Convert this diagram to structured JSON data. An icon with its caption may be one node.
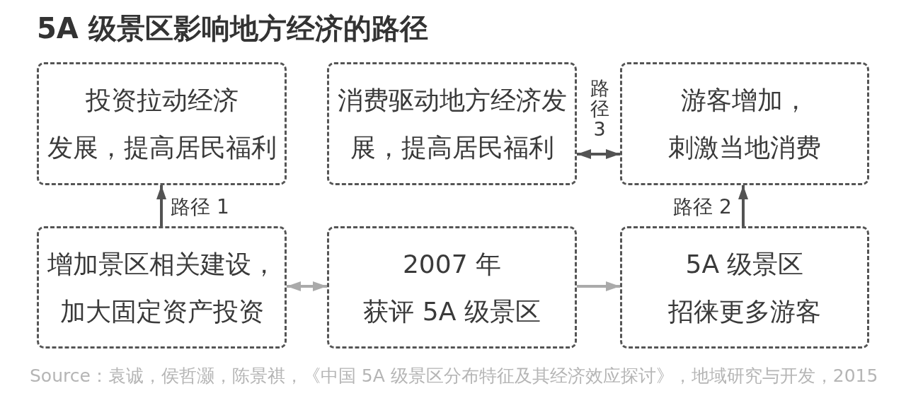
{
  "diagram": {
    "title": "5A 级景区影响地方经济的路径",
    "nodes": [
      {
        "text": [
          "投资拉动经济发展，提高居民福利"
        ]
      },
      {
        "text": [
          "消费驱动地方经济发展，提高居民福利"
        ]
      },
      {
        "text": [
          "游客增加，刺激当地消费"
        ]
      },
      {
        "text": [
          "增加景区相关建设，加大固定资产投资"
        ]
      },
      {
        "text": [
          "2007 年获评 5A 级景区"
        ]
      },
      {
        "text": [
          "5A 级景区招徕更多游客"
        ]
      }
    ],
    "edges": [
      {
        "from": 3,
        "to": 0,
        "arrow": "to",
        "label": "路径 1"
      },
      {
        "from": 5,
        "to": 2,
        "arrow": "to",
        "label": "路径 2"
      },
      {
        "from": 1,
        "to": 2,
        "arrow": "both",
        "label": "路径3"
      },
      {
        "from": 3,
        "to": 4,
        "arrow": "both",
        "color": "#aaaaaa"
      },
      {
        "from": 4,
        "to": 5,
        "arrow": "to",
        "color": "#aaaaaa"
      }
    ],
    "caption": "Source：袁诚，侯哲灏，陈景祺，《中国 5A 级景区分布特征及其经济效应探讨》，地域研究与开发，2015"
  }
}
